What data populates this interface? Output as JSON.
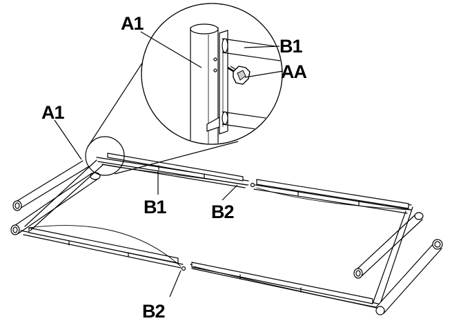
{
  "labels": {
    "a1_detail": "A1",
    "b1_detail": "B1",
    "aa_detail": "AA",
    "a1_main": "A1",
    "b1_main": "B1",
    "b2_main_top": "B2",
    "b2_main_bottom": "B2"
  },
  "colors": {
    "ink": "#000000",
    "paper": "#ffffff",
    "shade": "#d8d8d8"
  },
  "icons": {
    "knob": "thumb-screw-icon"
  }
}
